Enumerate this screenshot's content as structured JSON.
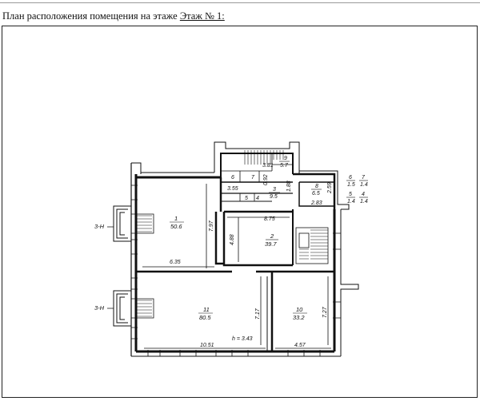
{
  "header": {
    "prefix": "План расположения помещения на этаже ",
    "floor": "Этаж № 1:"
  },
  "entrances": [
    {
      "label": "3-Н"
    },
    {
      "label": "3-Н"
    }
  ],
  "rooms": [
    {
      "number": "1",
      "area": "50.6"
    },
    {
      "number": "2",
      "area": "39.7"
    },
    {
      "number": "3",
      "area": "9.5"
    },
    {
      "number": "4",
      "area": "1.4"
    },
    {
      "number": "5",
      "area": "1.4"
    },
    {
      "number": "6",
      "area": "1.5"
    },
    {
      "number": "7",
      "area": "1.4"
    },
    {
      "number": "8",
      "area": "6.5"
    },
    {
      "number": "9",
      "area": "5.7"
    },
    {
      "number": "10",
      "area": "33.2"
    },
    {
      "number": "11",
      "area": "80.5"
    }
  ],
  "dimensions": {
    "d1": "7.97",
    "d2": "6.35",
    "d3": "8.75",
    "d4": "4.88",
    "d5": "3.81",
    "d6": "3.55",
    "d7": "0.92",
    "d8": "1.88",
    "d9": "2.59",
    "d10": "2.83",
    "d11": "7.17",
    "d12": "7.27",
    "d13": "10.51",
    "d14": "4.57",
    "height": "h = 3.43"
  }
}
